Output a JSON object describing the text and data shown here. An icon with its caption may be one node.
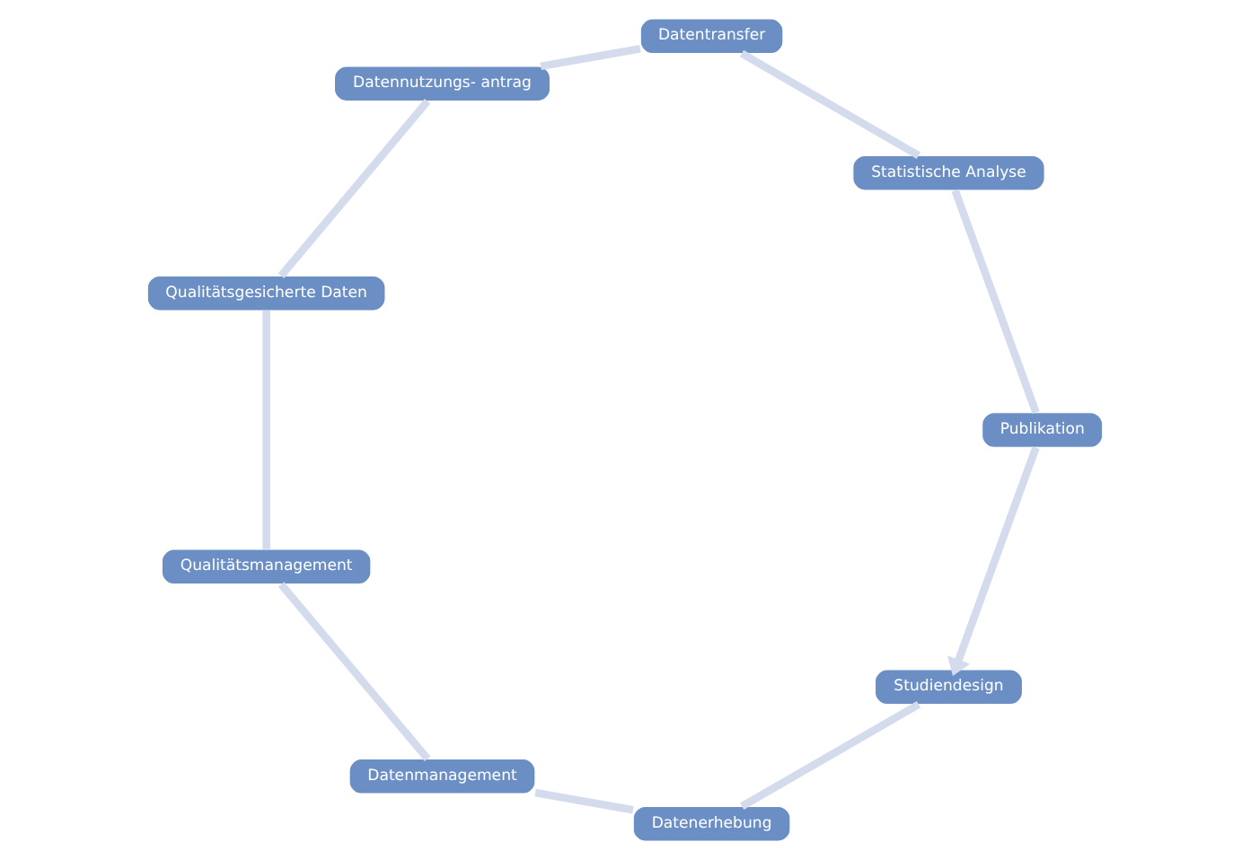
{
  "diagram": {
    "nodes": [
      {
        "text": [
          "Studiendesign"
        ]
      },
      {
        "text": [
          "Datenerhebung"
        ]
      },
      {
        "text": [
          "Datenmanagement"
        ]
      },
      {
        "text": [
          "Qualitätsmanagement"
        ]
      },
      {
        "text": [
          "Qualitätsgesicherte Daten"
        ]
      },
      {
        "text": [
          "Datennutzungs- antrag"
        ]
      },
      {
        "text": [
          "Datentransfer"
        ]
      },
      {
        "text": [
          "Statistische Analyse"
        ]
      },
      {
        "text": [
          "Publikation"
        ]
      }
    ],
    "edges": [
      {
        "from": 0,
        "to": 1,
        "arrow": "none"
      },
      {
        "from": 1,
        "to": 2,
        "arrow": "none"
      },
      {
        "from": 2,
        "to": 3,
        "arrow": "none"
      },
      {
        "from": 3,
        "to": 4,
        "arrow": "none"
      },
      {
        "from": 4,
        "to": 5,
        "arrow": "none"
      },
      {
        "from": 5,
        "to": 6,
        "arrow": "none"
      },
      {
        "from": 6,
        "to": 7,
        "arrow": "none"
      },
      {
        "from": 7,
        "to": 8,
        "arrow": "none"
      },
      {
        "from": 8,
        "to": 0,
        "arrow": "to"
      }
    ]
  }
}
